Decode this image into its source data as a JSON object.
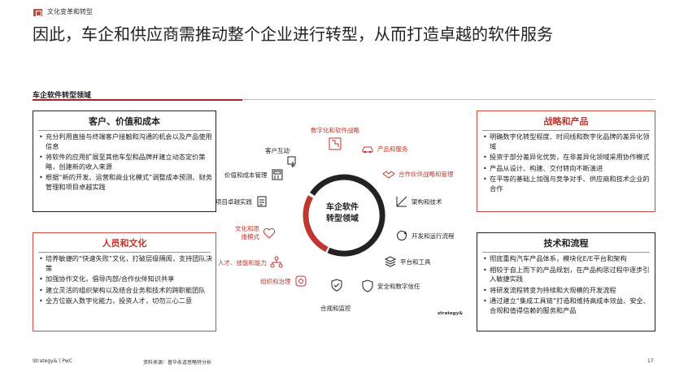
{
  "header": {
    "section_tag": "文化变革和转型"
  },
  "title": "因此，车企和供应商需推动整个企业进行转型，从而打造卓越的软件服务",
  "subhead": "车企软件转型领域",
  "center_label_line1": "车企软件",
  "center_label_line2": "转型领域",
  "boxes": {
    "customer": {
      "title": "客户、价值和成本",
      "items": [
        "充分利用直接与终端客户接触和沟通的机会以及产品使用信息",
        "将软件的应用扩展至其他车型和品牌并建立动态定价策略，创建新的收入来源",
        "根据“新的开发、运营和商业化模式”调整成本预测、财务管理和项目卓越实践"
      ]
    },
    "people": {
      "title": "人员和文化",
      "items": [
        "培养敏捷的“快速失败”文化，打破层级隔阂，支持团队决策",
        "加强协作文化，倡导内部/合作伙伴知识共享",
        "建立灵活的组织架构以及结合业务和技术的跨职能团队",
        "全方位嵌入数字化能力，投资人才，切勿三心二意"
      ]
    },
    "strategy": {
      "title": "战略和产品",
      "items": [
        "明确数字化转型程度、时间线和数字化品牌的差异化领域",
        "投资于部分差异化优势，在非差异化领域采用协作模式",
        "产品从设计、构建、交付转向不断演进",
        "在平等的基础上加强与竞争对手、供应商和技术企业的合作"
      ]
    },
    "tech": {
      "title": "技术和流程",
      "items": [
        "彻底重构汽车产品体系，模块化E/E平台和架构",
        "相较于自上而下的产品规划，在产品构思过程中逐步引入敏捷实践",
        "将研发流程转变为持续和大规模的开发流程",
        "通过建立“集成工具链”打造和维持高成本效益、安全、合规和值得信赖的服务和产品"
      ]
    }
  },
  "wheel_items": {
    "digital": "数字化和软件战略",
    "product_service": "产品和服务",
    "partner": "合作伙伴战略和管理",
    "architecture": "架构和技术",
    "devops": "开发和运行流程",
    "platform": "平台和工具",
    "security": "安全和数字信任",
    "compliance": "合规和监控",
    "org": "组织和治理",
    "talent": "人才、技能和能力",
    "culture": "文化和思维模式",
    "project": "项目卓越实践",
    "value_cost": "价值和成本管理",
    "customer": "客户互动"
  },
  "logo_text": "strategy&",
  "footer": {
    "left": "Strategy& | PwC",
    "source": "资料来源：普华永道思略特分析",
    "page": "17"
  },
  "colors": {
    "accent_red": "#c0362c",
    "dark": "#222222"
  }
}
